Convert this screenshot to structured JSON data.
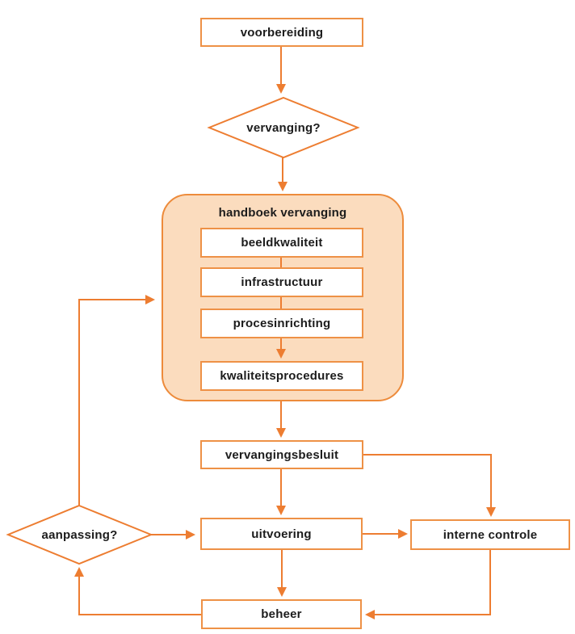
{
  "diagram": {
    "language": "nl",
    "colors": {
      "stroke": "#ED7D31",
      "box_border": "#EE9146",
      "container_fill": "#FBDCBE",
      "node_fill": "#FFFFFF",
      "text": "#1C1C1C",
      "background": "#FFFFFF"
    },
    "nodes": {
      "voorbereiding": {
        "label": "voorbereiding",
        "type": "process"
      },
      "vervanging": {
        "label": "vervanging?",
        "type": "decision"
      },
      "handboek": {
        "label": "handboek vervanging",
        "type": "container"
      },
      "beeldkwaliteit": {
        "label": "beeldkwaliteit",
        "type": "process",
        "parent": "handboek"
      },
      "infrastructuur": {
        "label": "infrastructuur",
        "type": "process",
        "parent": "handboek"
      },
      "procesinrichting": {
        "label": "procesinrichting",
        "type": "process",
        "parent": "handboek"
      },
      "kwaliteitsprocedures": {
        "label": "kwaliteitsprocedures",
        "type": "process",
        "parent": "handboek"
      },
      "vervangingsbesluit": {
        "label": "vervangingsbesluit",
        "type": "process"
      },
      "uitvoering": {
        "label": "uitvoering",
        "type": "process"
      },
      "interne_controle": {
        "label": "interne controle",
        "type": "process"
      },
      "aanpassing": {
        "label": "aanpassing?",
        "type": "decision"
      },
      "beheer": {
        "label": "beheer",
        "type": "process"
      }
    },
    "edges": [
      {
        "from": "voorbereiding",
        "to": "vervanging",
        "arrow": true
      },
      {
        "from": "vervanging",
        "to": "handboek",
        "arrow": true
      },
      {
        "from": "beeldkwaliteit",
        "to": "infrastructuur",
        "arrow": false
      },
      {
        "from": "infrastructuur",
        "to": "procesinrichting",
        "arrow": false
      },
      {
        "from": "procesinrichting",
        "to": "kwaliteitsprocedures",
        "arrow": true
      },
      {
        "from": "handboek",
        "to": "vervangingsbesluit",
        "arrow": true
      },
      {
        "from": "vervangingsbesluit",
        "to": "uitvoering",
        "arrow": true
      },
      {
        "from": "vervangingsbesluit",
        "to": "interne_controle",
        "arrow": true
      },
      {
        "from": "uitvoering",
        "to": "interne_controle",
        "arrow": true
      },
      {
        "from": "uitvoering",
        "to": "beheer",
        "arrow": true
      },
      {
        "from": "interne_controle",
        "to": "beheer",
        "arrow": true
      },
      {
        "from": "beheer",
        "to": "aanpassing",
        "arrow": true
      },
      {
        "from": "aanpassing",
        "to": "handboek",
        "arrow": true
      },
      {
        "from": "aanpassing",
        "to": "uitvoering",
        "arrow": true
      }
    ]
  }
}
